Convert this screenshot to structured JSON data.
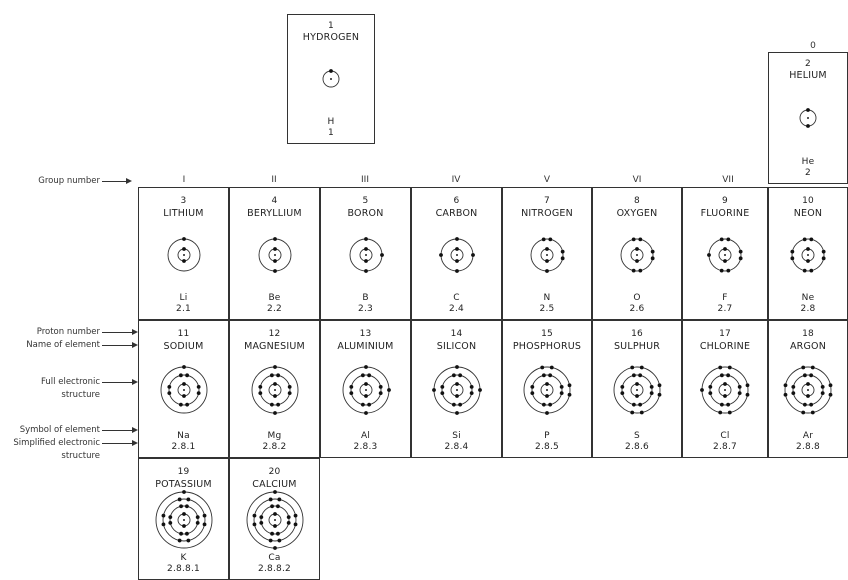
{
  "legend": {
    "group_number": "Group number",
    "proton_number": "Proton number",
    "name_of_element": "Name of element",
    "full_structure_line1": "Full electronic",
    "full_structure_line2": "structure",
    "symbol_of_element": "Symbol of element",
    "simplified_line1": "Simplified electronic",
    "simplified_line2": "structure"
  },
  "groups": [
    "I",
    "II",
    "III",
    "IV",
    "V",
    "VI",
    "VII"
  ],
  "group_zero": "0",
  "elements": [
    {
      "number": "1",
      "name": "HYDROGEN",
      "symbol": "H",
      "config": "1",
      "shells": [
        1
      ]
    },
    {
      "number": "2",
      "name": "HELIUM",
      "symbol": "He",
      "config": "2",
      "shells": [
        2
      ]
    },
    {
      "number": "3",
      "name": "LITHIUM",
      "symbol": "Li",
      "config": "2.1",
      "shells": [
        2,
        1
      ]
    },
    {
      "number": "4",
      "name": "BERYLLIUM",
      "symbol": "Be",
      "config": "2.2",
      "shells": [
        2,
        2
      ]
    },
    {
      "number": "5",
      "name": "BORON",
      "symbol": "B",
      "config": "2.3",
      "shells": [
        2,
        3
      ]
    },
    {
      "number": "6",
      "name": "CARBON",
      "symbol": "C",
      "config": "2.4",
      "shells": [
        2,
        4
      ]
    },
    {
      "number": "7",
      "name": "NITROGEN",
      "symbol": "N",
      "config": "2.5",
      "shells": [
        2,
        5
      ]
    },
    {
      "number": "8",
      "name": "OXYGEN",
      "symbol": "O",
      "config": "2.6",
      "shells": [
        2,
        6
      ]
    },
    {
      "number": "9",
      "name": "FLUORINE",
      "symbol": "F",
      "config": "2.7",
      "shells": [
        2,
        7
      ]
    },
    {
      "number": "10",
      "name": "NEON",
      "symbol": "Ne",
      "config": "2.8",
      "shells": [
        2,
        8
      ]
    },
    {
      "number": "11",
      "name": "SODIUM",
      "symbol": "Na",
      "config": "2.8.1",
      "shells": [
        2,
        8,
        1
      ]
    },
    {
      "number": "12",
      "name": "MAGNESIUM",
      "symbol": "Mg",
      "config": "2.8.2",
      "shells": [
        2,
        8,
        2
      ]
    },
    {
      "number": "13",
      "name": "ALUMINIUM",
      "symbol": "Al",
      "config": "2.8.3",
      "shells": [
        2,
        8,
        3
      ]
    },
    {
      "number": "14",
      "name": "SILICON",
      "symbol": "Si",
      "config": "2.8.4",
      "shells": [
        2,
        8,
        4
      ]
    },
    {
      "number": "15",
      "name": "PHOSPHORUS",
      "symbol": "P",
      "config": "2.8.5",
      "shells": [
        2,
        8,
        5
      ]
    },
    {
      "number": "16",
      "name": "SULPHUR",
      "symbol": "S",
      "config": "2.8.6",
      "shells": [
        2,
        8,
        6
      ]
    },
    {
      "number": "17",
      "name": "CHLORINE",
      "symbol": "Cl",
      "config": "2.8.7",
      "shells": [
        2,
        8,
        7
      ]
    },
    {
      "number": "18",
      "name": "ARGON",
      "symbol": "Ar",
      "config": "2.8.8",
      "shells": [
        2,
        8,
        8
      ]
    },
    {
      "number": "19",
      "name": "POTASSIUM",
      "symbol": "K",
      "config": "2.8.8.1",
      "shells": [
        2,
        8,
        8,
        1
      ]
    },
    {
      "number": "20",
      "name": "CALCIUM",
      "symbol": "Ca",
      "config": "2.8.8.2",
      "shells": [
        2,
        8,
        8,
        2
      ]
    }
  ]
}
